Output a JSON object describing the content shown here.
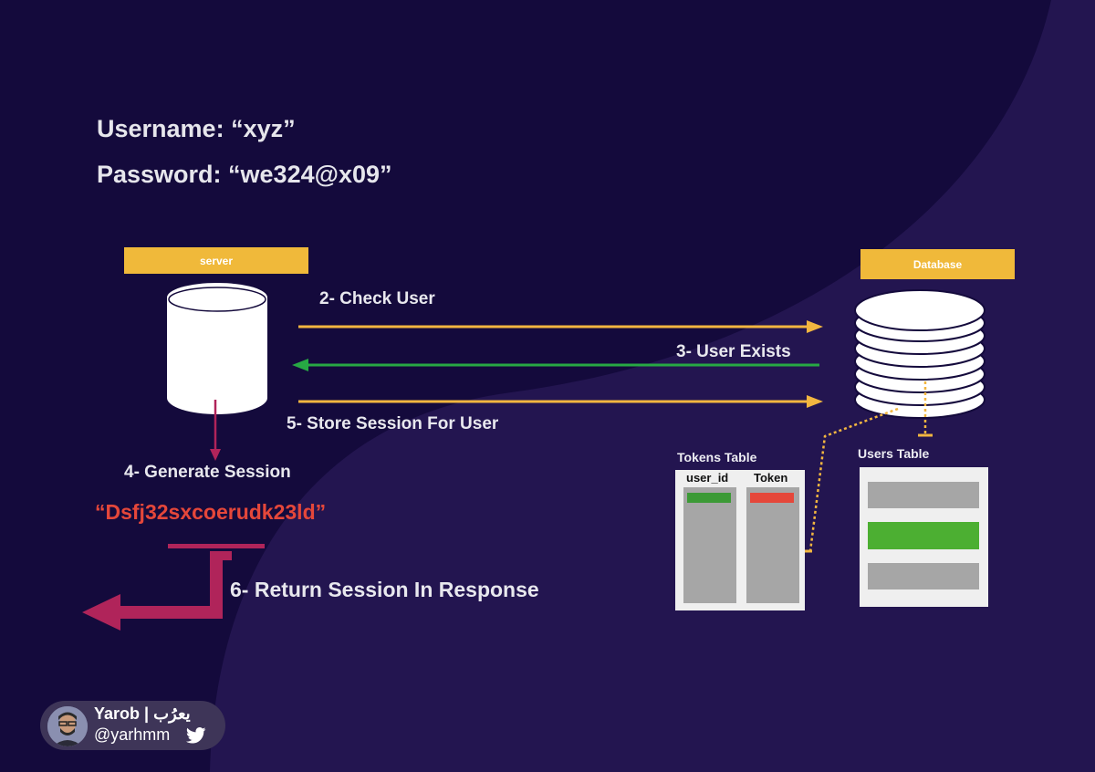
{
  "credentials": {
    "username": "Username: “xyz”",
    "password": "Password: “we324@x09”"
  },
  "server": {
    "label": "server"
  },
  "database": {
    "label": "Database"
  },
  "steps": {
    "check_user": "2- Check User",
    "user_exists": "3- User Exists",
    "generate_session": "4- Generate Session",
    "store_session": "5- Store Session For User",
    "return_session": "6- Return Session In Response"
  },
  "session_value": "“Dsfj32sxcoerudk23ld”",
  "tokens_table": {
    "title": "Tokens Table",
    "col_user_id": "user_id",
    "col_token": "Token"
  },
  "users_table": {
    "title": "Users Table"
  },
  "author": {
    "name": "Yarob | يعرُب",
    "handle": "@yarhmm"
  },
  "colors": {
    "background_dark": "#140a3c",
    "background_wave": "#231550",
    "label_yellow": "#f0b93a",
    "arrow_yellow": "#f2b640",
    "arrow_green": "#27a844",
    "arrow_magenta": "#b0245a",
    "session_red": "#e5473a",
    "row_green": "#4caf32",
    "row_red": "#e5473a",
    "table_gray": "#a6a6a6"
  },
  "icons": [
    "server-cylinder-icon",
    "database-stack-icon",
    "twitter-icon",
    "avatar-image"
  ]
}
